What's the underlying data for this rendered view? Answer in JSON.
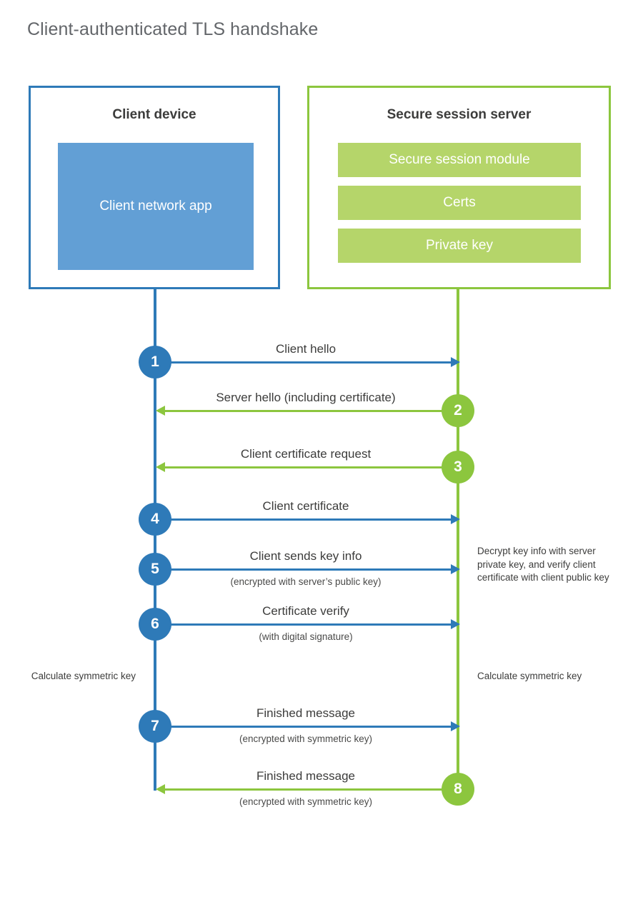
{
  "title": "Client-authenticated TLS handshake",
  "colors": {
    "client_blue": "#2e7ab8",
    "client_app_fill": "#629fd5",
    "server_green": "#8cc63e",
    "server_item_fill": "#b5d56a",
    "title_gray": "#63666a",
    "text_dark": "#3c3c3b"
  },
  "actors": {
    "client": {
      "title": "Client device",
      "app_label": "Client network app"
    },
    "server": {
      "title": "Secure session server",
      "items": [
        {
          "label": "Secure session module"
        },
        {
          "label": "Certs"
        },
        {
          "label": "Private key"
        }
      ]
    }
  },
  "messages": [
    {
      "step": "1",
      "label": "Client hello",
      "sublabel": "",
      "direction": "client-to-server",
      "badge_side": "client"
    },
    {
      "step": "2",
      "label": "Server hello (including certificate)",
      "sublabel": "",
      "direction": "server-to-client",
      "badge_side": "server"
    },
    {
      "step": "3",
      "label": "Client certificate request",
      "sublabel": "",
      "direction": "server-to-client",
      "badge_side": "server"
    },
    {
      "step": "4",
      "label": "Client certificate",
      "sublabel": "",
      "direction": "client-to-server",
      "badge_side": "client"
    },
    {
      "step": "5",
      "label": "Client sends key info",
      "sublabel": "(encrypted with server’s public key)",
      "direction": "client-to-server",
      "badge_side": "client"
    },
    {
      "step": "6",
      "label": "Certificate verify",
      "sublabel": "(with digital signature)",
      "direction": "client-to-server",
      "badge_side": "client"
    },
    {
      "step": "7",
      "label": "Finished message",
      "sublabel": "(encrypted with symmetric key)",
      "direction": "client-to-server",
      "badge_side": "client"
    },
    {
      "step": "8",
      "label": "Finished message",
      "sublabel": "(encrypted with symmetric key)",
      "direction": "server-to-client",
      "badge_side": "server"
    }
  ],
  "notes": {
    "server_decrypt": "Decrypt key info with server private key, and verify client certificate with client public key",
    "client_calculate": "Calculate symmetric key",
    "server_calculate": "Calculate symmetric key"
  }
}
